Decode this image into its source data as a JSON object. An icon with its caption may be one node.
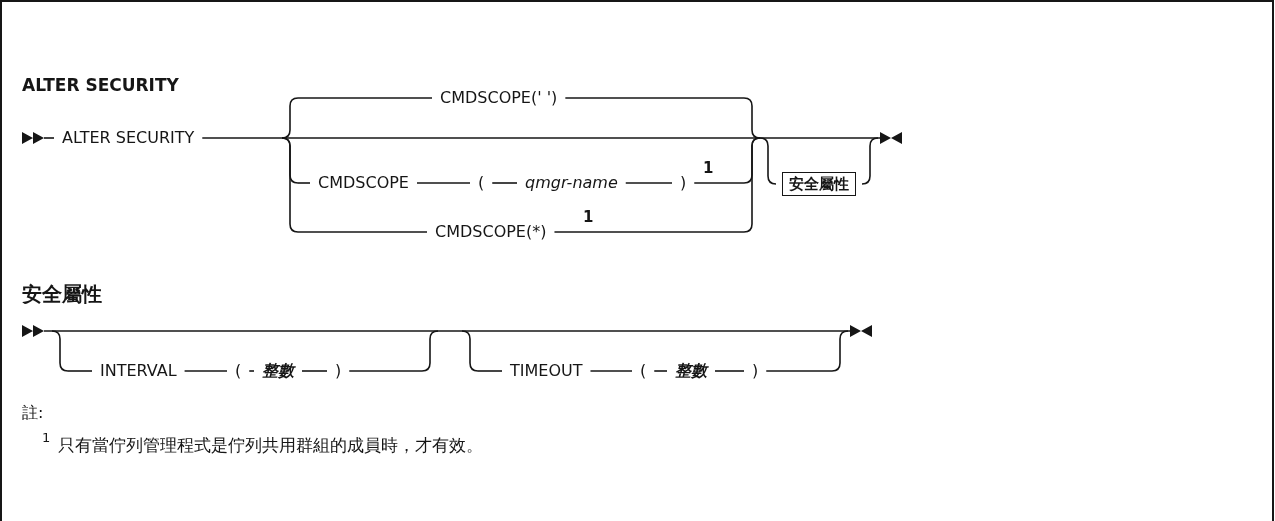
{
  "diagram": {
    "title": "ALTER SECURITY",
    "nodes": [
      {
        "text": [
          "安全屬性"
        ]
      }
    ],
    "labels": [
      "ALTER SECURITY",
      "CMDSCOPE(' ')",
      "CMDSCOPE",
      "(",
      "qmgr-name",
      ")",
      "1",
      "CMDSCOPE(*)",
      "1",
      "安全屬性",
      "INTERVAL",
      "(",
      "整數",
      ")",
      "TIMEOUT",
      "(",
      "整數",
      ")",
      "註:",
      "1",
      "只有當佇列管理程式是佇列共用群組的成員時，才有效。"
    ]
  }
}
